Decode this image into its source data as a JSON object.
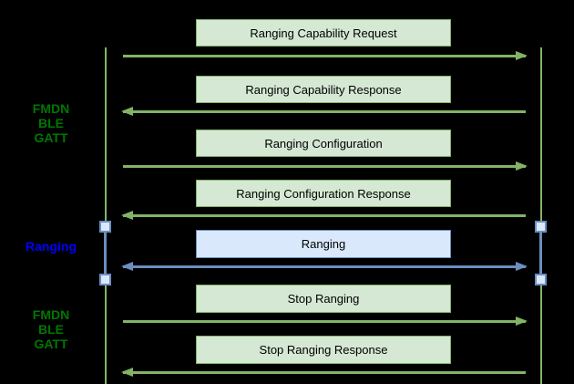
{
  "colors": {
    "background": "#000000",
    "green_fill": "#d5e8d4",
    "green_stroke": "#82b366",
    "blue_fill": "#dae8fc",
    "blue_stroke": "#6c8ebf",
    "label_green": "#007700",
    "label_blue": "#0000ff",
    "box_text": "#000000"
  },
  "side_labels": [
    {
      "id": "fmdn-ble-gatt-top",
      "style": "green",
      "lines": [
        "FMDN",
        "BLE",
        "GATT"
      ]
    },
    {
      "id": "ranging",
      "style": "blue",
      "lines": [
        "Ranging"
      ]
    },
    {
      "id": "fmdn-ble-gatt-bottom",
      "style": "green",
      "lines": [
        "FMDN",
        "BLE",
        "GATT"
      ]
    }
  ],
  "messages": [
    {
      "label": "Ranging Capability Request",
      "direction": "right",
      "style": "green"
    },
    {
      "label": "Ranging Capability Response",
      "direction": "left",
      "style": "green"
    },
    {
      "label": "Ranging Configuration",
      "direction": "right",
      "style": "green"
    },
    {
      "label": "Ranging Configuration Response",
      "direction": "left",
      "style": "green"
    },
    {
      "label": "Ranging",
      "direction": "both",
      "style": "blue"
    },
    {
      "label": "Stop Ranging",
      "direction": "right",
      "style": "green"
    },
    {
      "label": "Stop Ranging Response",
      "direction": "left",
      "style": "green"
    }
  ]
}
